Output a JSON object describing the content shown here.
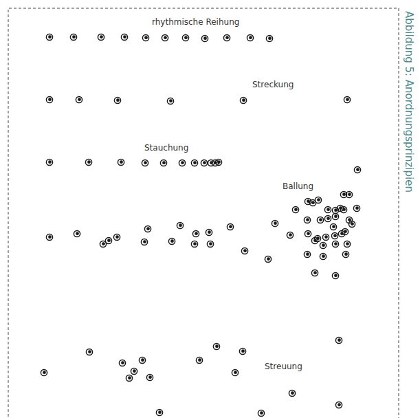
{
  "diagram": {
    "caption": "Abbildung 5: Anordnungsprinzipien",
    "labels": [
      "rhythmische Reihung",
      "Streckung",
      "Stauchung",
      "Ballung",
      "Streuung"
    ]
  }
}
